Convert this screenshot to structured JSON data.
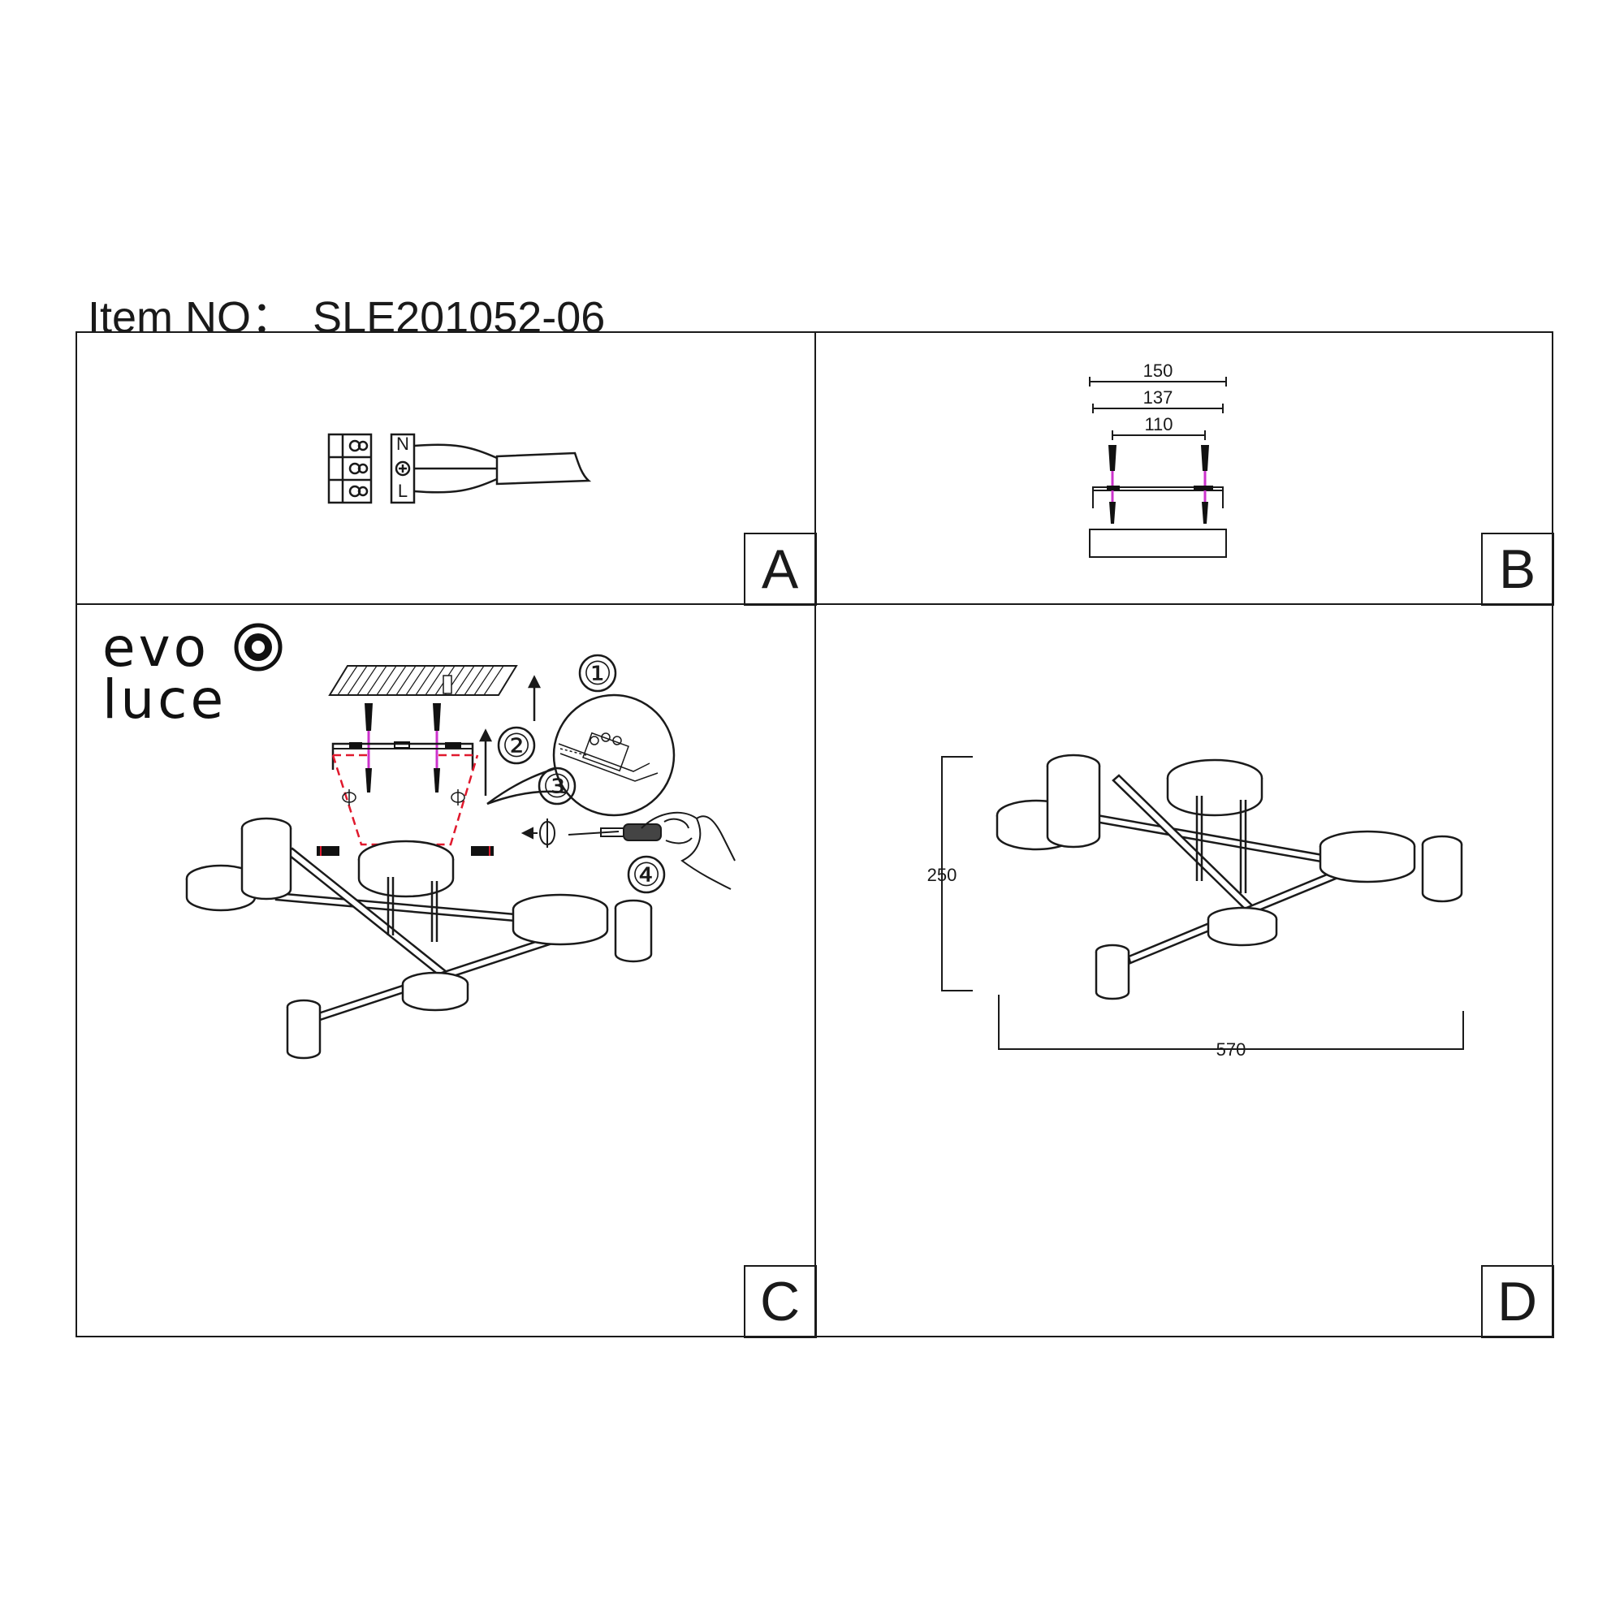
{
  "header": {
    "label": "Item NO：",
    "item_number": "SLE201052-06"
  },
  "brand": {
    "line1": "evo",
    "line2": "luce"
  },
  "panels": {
    "a": {
      "label": "A",
      "terminal_letters": [
        "N",
        "L"
      ]
    },
    "b": {
      "label": "B",
      "dims": [
        "150",
        "137",
        "110"
      ]
    },
    "c": {
      "label": "C",
      "steps": [
        "①",
        "②",
        "③",
        "④"
      ]
    },
    "d": {
      "label": "D",
      "height": "250",
      "width": "570"
    }
  },
  "colors": {
    "line": "#1a1a1a",
    "cut_line": "#e0192d",
    "screw_axis": "#cc33cc"
  }
}
